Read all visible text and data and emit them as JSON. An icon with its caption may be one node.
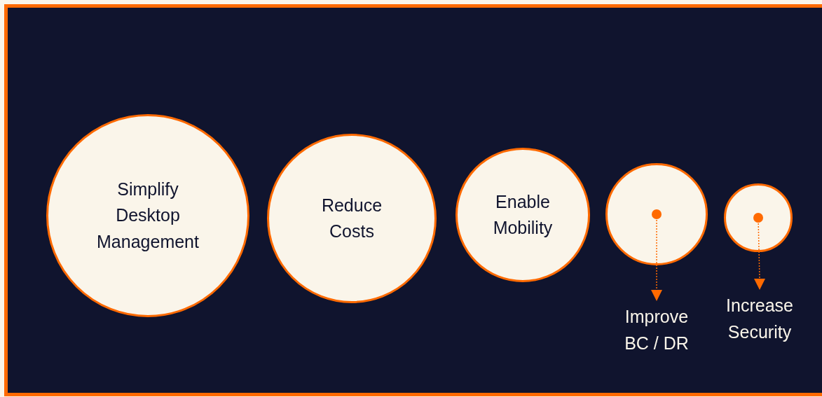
{
  "diagram": {
    "nodes": [
      {
        "text": [
          "Simplify Desktop Management"
        ]
      },
      {
        "text": [
          "Reduce Costs"
        ]
      },
      {
        "text": [
          "Enable Mobility"
        ]
      },
      {
        "text": [],
        "shape": "circle"
      },
      {
        "text": [
          "Improve BC / DR"
        ]
      },
      {
        "text": [],
        "shape": "circle"
      },
      {
        "text": [
          "Increase Security"
        ]
      }
    ],
    "edges": [
      {
        "from": 3,
        "to": 4,
        "arrow": "to",
        "style": "dashed"
      },
      {
        "from": 5,
        "to": 6,
        "arrow": "to",
        "style": "dashed"
      }
    ]
  }
}
